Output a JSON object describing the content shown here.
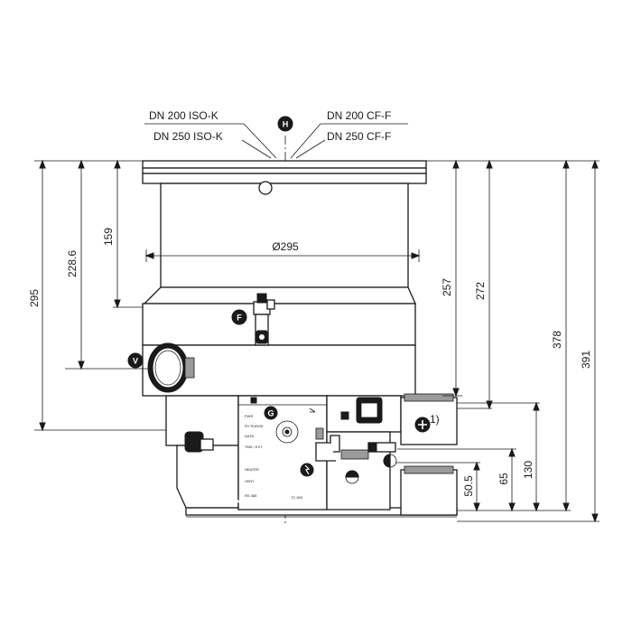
{
  "flanges": {
    "left_top": "DN 200 ISO-K",
    "left_bottom": "DN 250 ISO-K",
    "right_top": "DN 200 CF-F",
    "right_bottom": "DN 250 CF-F"
  },
  "callouts": {
    "H": "H",
    "F": "F",
    "V": "V",
    "G": "G",
    "note": "1)"
  },
  "dimensions": {
    "diameter": "Ø295",
    "d159": "159",
    "d228": "228.6",
    "d295": "295",
    "d257": "257",
    "d272": "272",
    "d378": "378",
    "d391": "391",
    "d505": "50.5",
    "d65": "65",
    "d130": "130"
  },
  "panel_labels": [
    "PWR",
    "PV PURGE",
    "DATA",
    "TMS / EXT",
    "HEATER",
    "VENT",
    "TC 600",
    "RS 485"
  ],
  "icons": [
    "fan-icon",
    "plus-icon",
    "power-icon",
    "valve-icon",
    "flange-port-icon"
  ]
}
